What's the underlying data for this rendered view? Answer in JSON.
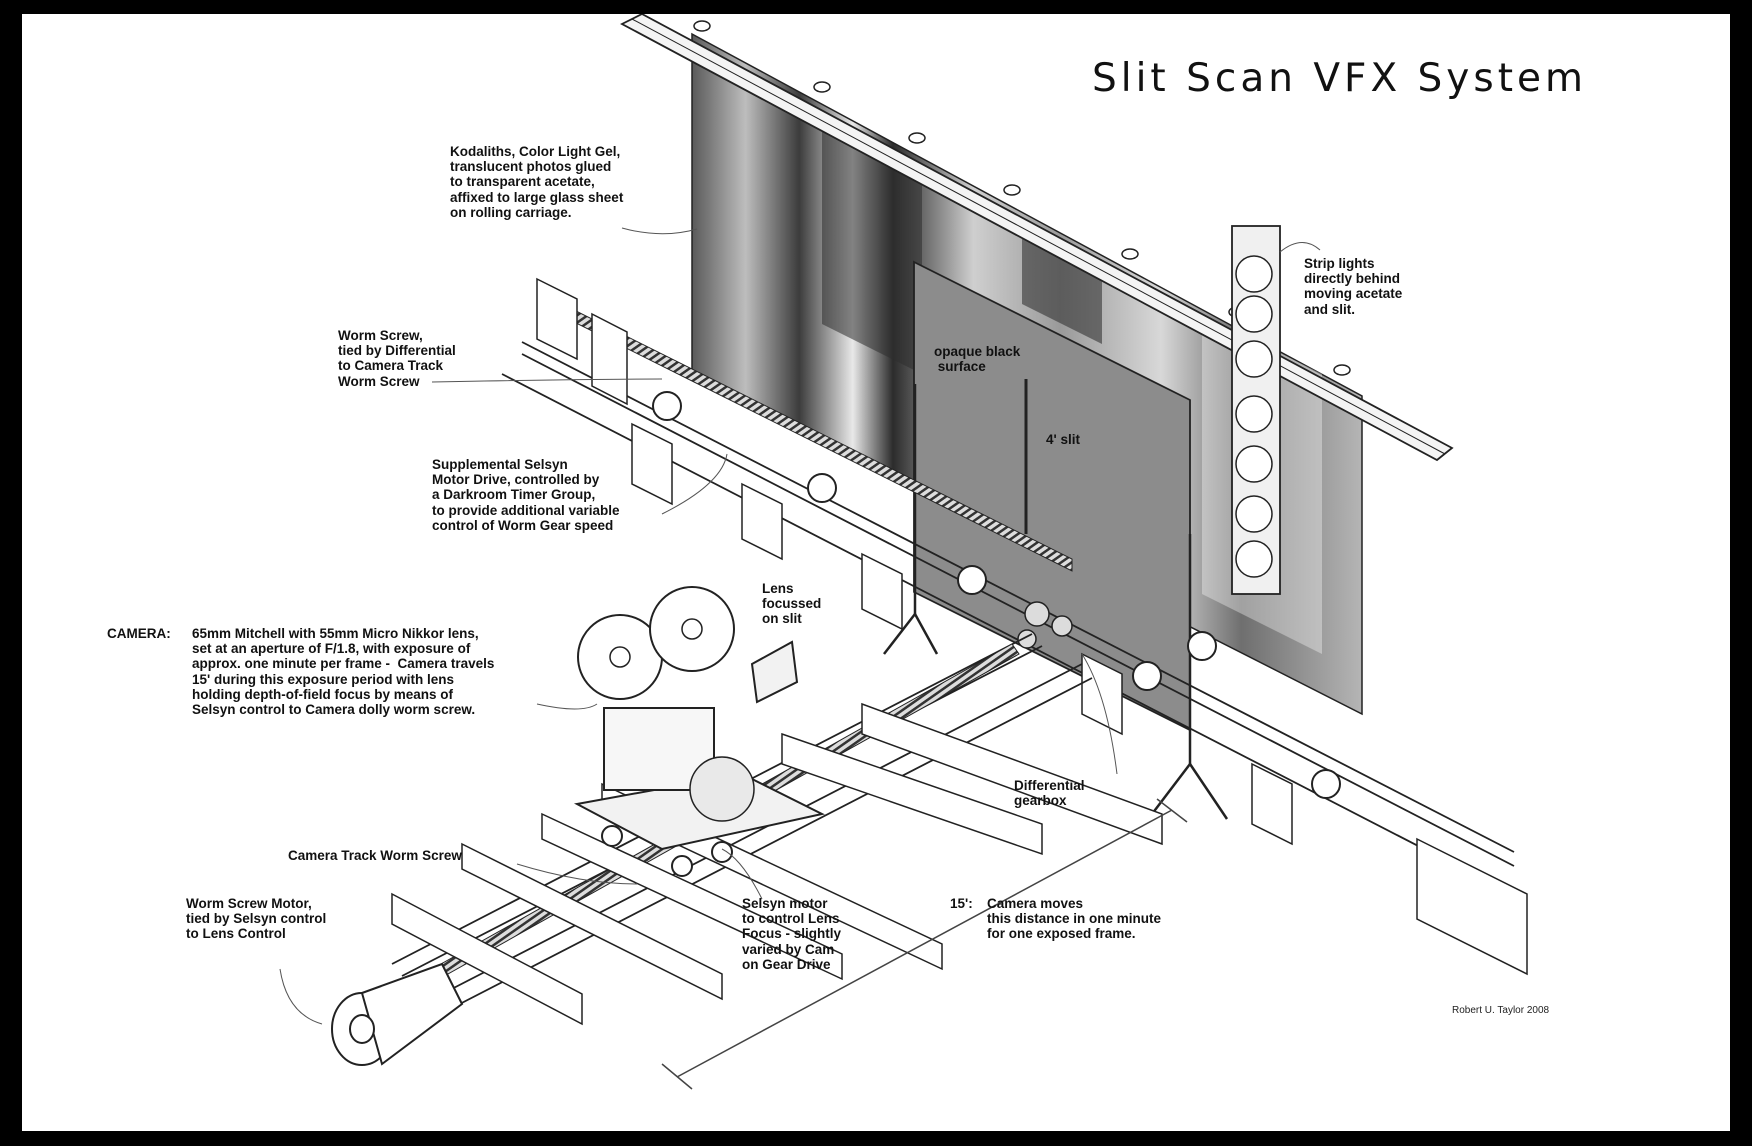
{
  "title": "Slit Scan VFX System",
  "credit": "Robert U. Taylor 2008",
  "labels": {
    "kodaliths": "Kodaliths, Color Light Gel,\ntranslucent photos glued\nto transparent acetate,\naffixed to large glass sheet\non rolling carriage.",
    "strip_lights": "Strip lights\ndirectly behind\nmoving acetate\nand slit.",
    "worm_screw": "Worm Screw,\ntied by Differential\nto Camera Track\nWorm Screw",
    "opaque_surface": "opaque black\n surface",
    "slit": "4' slit",
    "selsyn_drive": "Supplemental Selsyn\nMotor Drive, controlled by\na Darkroom Timer Group,\nto provide additional variable\ncontrol of Worm Gear speed",
    "lens": "Lens\nfocussed\non slit",
    "camera_heading": "CAMERA:",
    "camera_body": "65mm Mitchell with 55mm Micro Nikkor lens,\nset at an aperture of F/1.8, with exposure of\napprox. one minute per frame -  Camera travels\n15' during this exposure period with lens\nholding depth-of-field focus by means of\nSelsyn control to Camera dolly worm screw.",
    "differential": "Differential\ngearbox",
    "camera_track": "Camera Track Worm Screw",
    "worm_motor": "Worm Screw Motor,\ntied by Selsyn control\nto Lens Control",
    "selsyn_motor": "Selsyn motor\nto control Lens\nFocus - slightly\nvaried by Cam\non Gear Drive",
    "distance_value": "15':",
    "distance_text": "Camera moves\nthis distance in one minute\nfor one exposed frame."
  },
  "colors": {
    "frame": "#000000",
    "paper": "#ffffff",
    "ink": "#111111",
    "panel_gray": "#8c8c8c",
    "image_dark": "#3a3a3a"
  }
}
